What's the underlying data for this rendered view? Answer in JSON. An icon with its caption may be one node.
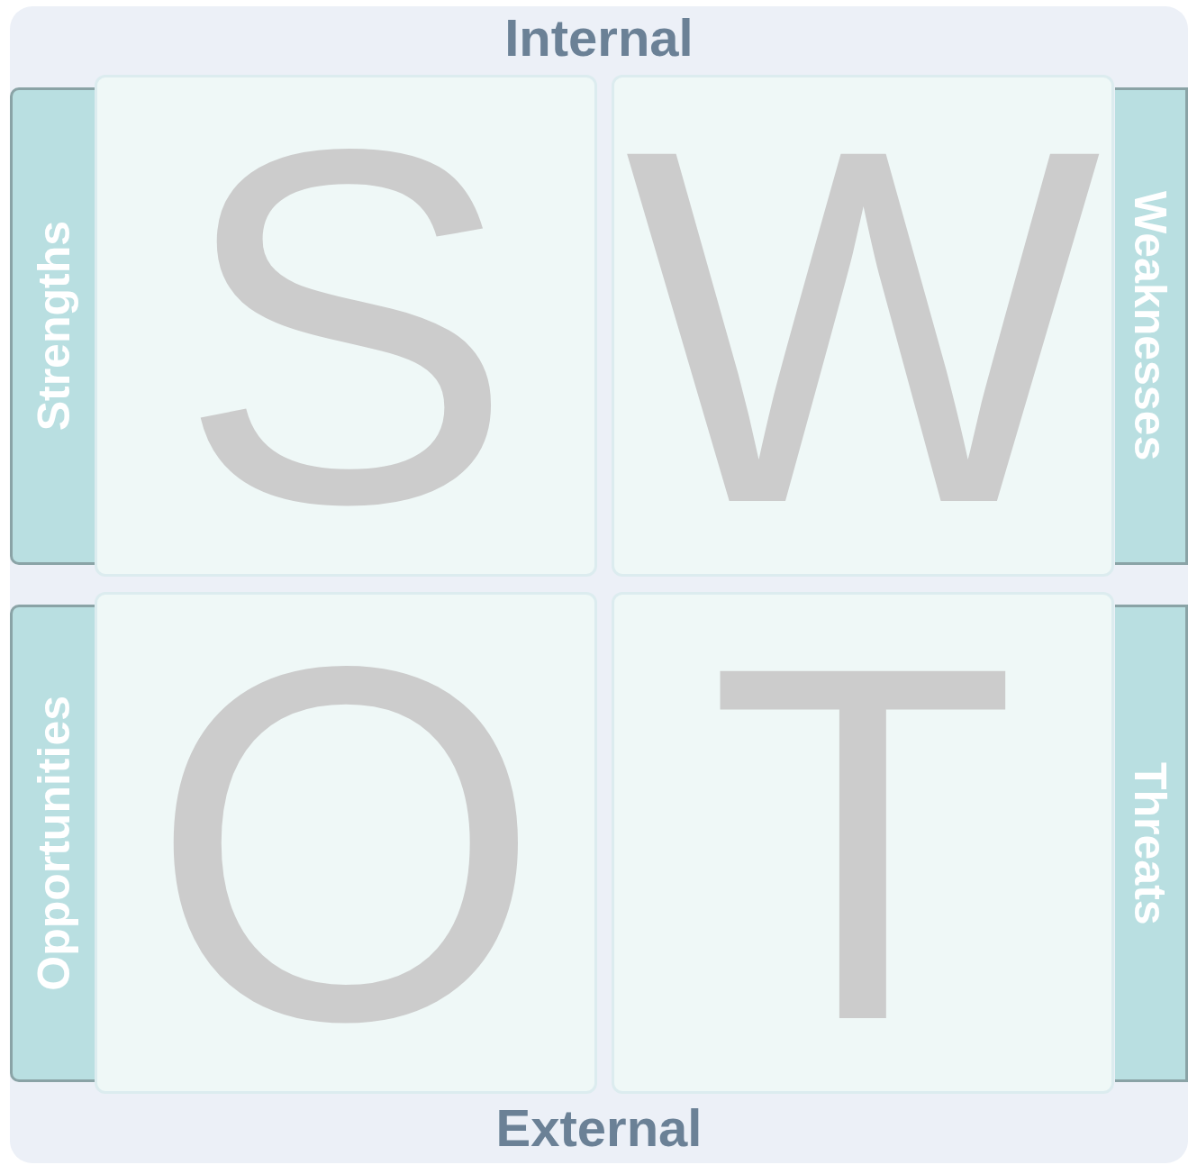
{
  "diagram": {
    "nodes": [
      {
        "text": [
          "Internal",
          "External"
        ]
      },
      {
        "text": [
          "S"
        ],
        "in": 0
      },
      {
        "text": [
          "Strengths"
        ],
        "in": 0
      },
      {
        "text": [
          "W"
        ],
        "in": 0
      },
      {
        "text": [
          "Weaknesses"
        ],
        "in": 0
      },
      {
        "text": [
          "O"
        ],
        "in": 0
      },
      {
        "text": [
          "Opportunities"
        ],
        "in": 0
      },
      {
        "text": [
          "T"
        ],
        "in": 0
      },
      {
        "text": [
          "Threats"
        ],
        "in": 0
      }
    ]
  }
}
